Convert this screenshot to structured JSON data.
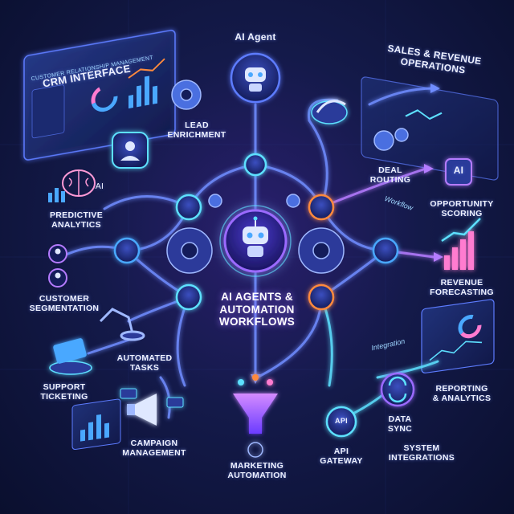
{
  "title": {
    "ai_agent": "AI Agent",
    "center": "AI AGENTS &\nAUTOMATION\nWORKFLOWS"
  },
  "crm": {
    "title": "CRM INTERFACE",
    "subtitle": "CUSTOMER RELATIONSHIP MANAGEMENT"
  },
  "sales": {
    "title": "SALES & REVENUE\nOPERATIONS"
  },
  "labels": {
    "lead_enrichment": "LEAD\nENRICHMENT",
    "predictive_analytics": "PREDICTIVE\nANALYTICS",
    "customer_segmentation": "CUSTOMER\nSEGMENTATION",
    "automated_tasks": "AUTOMATED\nTASKS",
    "support_ticketing": "SUPPORT\nTICKETING",
    "campaign_management": "CAMPAIGN\nMANAGEMENT",
    "marketing_automation": "MARKETING\nAUTOMATION",
    "api_gateway": "API\nGATEWAY",
    "data_sync": "DATA\nSYNC",
    "system_integrations": "SYSTEM\nINTEGRATIONS",
    "reporting_analytics": "REPORTING\n& ANALYTICS",
    "revenue_forecasting": "REVENUE\nFORECASTING",
    "opportunity_scoring": "OPPORTUNITY\nSCORING",
    "deal_routing": "DEAL\nROUTING",
    "ai_small": "AI",
    "ai_badge": "AI",
    "api_badge": "API"
  },
  "tags": {
    "workflow": "Workflow",
    "integration": "Integration"
  },
  "colors": {
    "blue": "#4aa8ff",
    "cyan": "#5de0ff",
    "purple": "#9b6bff",
    "orange": "#ff8a3d",
    "line": "#6f8dff"
  },
  "icons": {
    "center": "robot-icon",
    "top": "robot-icon",
    "gear": "gear-icon",
    "funnel": "funnel-icon",
    "megaphone": "megaphone-icon",
    "sync": "sync-icon",
    "brain": "brain-icon",
    "user": "user-icon",
    "chart": "chart-icon"
  }
}
